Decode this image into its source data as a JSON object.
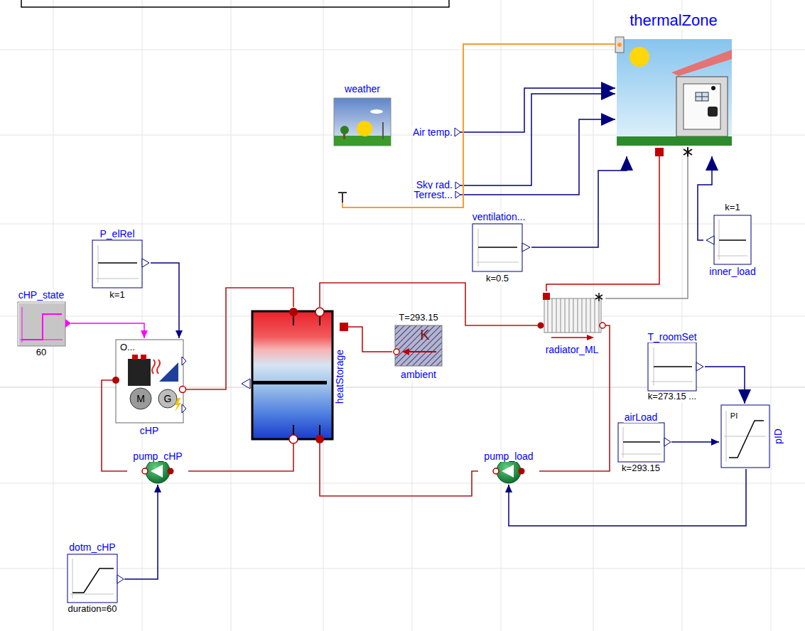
{
  "diagram": {
    "nodes": [
      {
        "text": [
          "thermalZone"
        ]
      },
      {
        "text": [
          "weather",
          "Air temp.",
          "Sky rad.",
          "Terrest..."
        ]
      },
      {
        "text": [
          "ventilation...",
          "k=0.5"
        ]
      },
      {
        "text": [
          "P_elRel",
          "k=1"
        ]
      },
      {
        "text": [
          "k=1",
          "inner_load"
        ]
      },
      {
        "text": [
          "cHP_state",
          "60"
        ]
      },
      {
        "text": [
          "O...",
          "cHP"
        ]
      },
      {
        "text": [
          "heatStorage"
        ]
      },
      {
        "text": [
          "T=293.15",
          "ambient"
        ]
      },
      {
        "text": [
          "radiator_ML"
        ]
      },
      {
        "text": [
          "T_roomSet",
          "k=273.15 ..."
        ]
      },
      {
        "text": [
          "airLoad",
          "k=293.15"
        ]
      },
      {
        "text": [
          "pID"
        ]
      },
      {
        "text": [
          "pump_cHP"
        ]
      },
      {
        "text": [
          "pump_load"
        ]
      },
      {
        "text": [
          "dotm_cHP",
          "duration=60"
        ]
      }
    ],
    "edges": [
      {
        "from": 1,
        "to": 0,
        "arrow": "to"
      },
      {
        "from": 1,
        "to": 0,
        "arrow": "to"
      },
      {
        "from": 1,
        "to": 0,
        "arrow": "to"
      },
      {
        "from": 1,
        "to": 0,
        "arrow": "none"
      },
      {
        "from": 2,
        "to": 0,
        "arrow": "to"
      },
      {
        "from": 4,
        "to": 0,
        "arrow": "to"
      },
      {
        "from": 9,
        "to": 0,
        "arrow": "none"
      },
      {
        "from": 9,
        "to": 0,
        "arrow": "none"
      },
      {
        "from": 5,
        "to": 6,
        "arrow": "to"
      },
      {
        "from": 3,
        "to": 6,
        "arrow": "to"
      },
      {
        "from": 6,
        "to": 7,
        "arrow": "none"
      },
      {
        "from": 7,
        "to": 9,
        "arrow": "none"
      },
      {
        "from": 8,
        "to": 7,
        "arrow": "none"
      },
      {
        "from": 7,
        "to": 13,
        "arrow": "none"
      },
      {
        "from": 13,
        "to": 6,
        "arrow": "none"
      },
      {
        "from": 7,
        "to": 14,
        "arrow": "none"
      },
      {
        "from": 14,
        "to": 9,
        "arrow": "none"
      },
      {
        "from": 15,
        "to": 13,
        "arrow": "to"
      },
      {
        "from": 10,
        "to": 12,
        "arrow": "to"
      },
      {
        "from": 11,
        "to": 12,
        "arrow": "to"
      },
      {
        "from": 12,
        "to": 14,
        "arrow": "to"
      }
    ],
    "labels": [
      "M",
      "G",
      "K",
      "PI"
    ]
  }
}
